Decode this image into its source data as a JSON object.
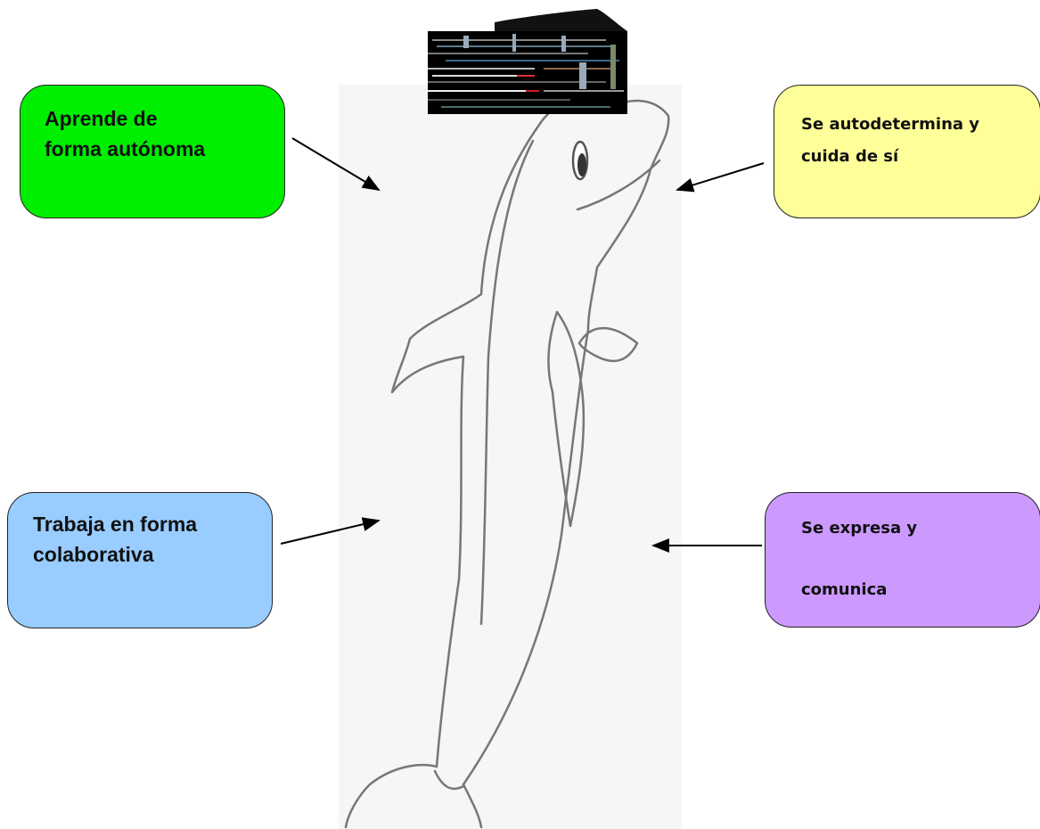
{
  "boxes": {
    "green": {
      "lines": [
        "Aprende de",
        "forma autónoma"
      ],
      "color": "#00ee00"
    },
    "yellow": {
      "lines": [
        "Se autodetermina y",
        "cuida de sí"
      ],
      "color": "#ffff99"
    },
    "blue": {
      "lines": [
        "Trabaja en forma",
        "colaborativa"
      ],
      "color": "#99ccff"
    },
    "purple": {
      "lines": [
        "Se expresa y",
        "comunica"
      ],
      "color": "#cc99ff"
    }
  },
  "icons": {
    "illustration": "dolphin-icon",
    "glitch": "corrupted-image-icon",
    "arrow": "arrow-icon"
  },
  "colors": {
    "outline": "#222222",
    "arrow": "#000000"
  }
}
